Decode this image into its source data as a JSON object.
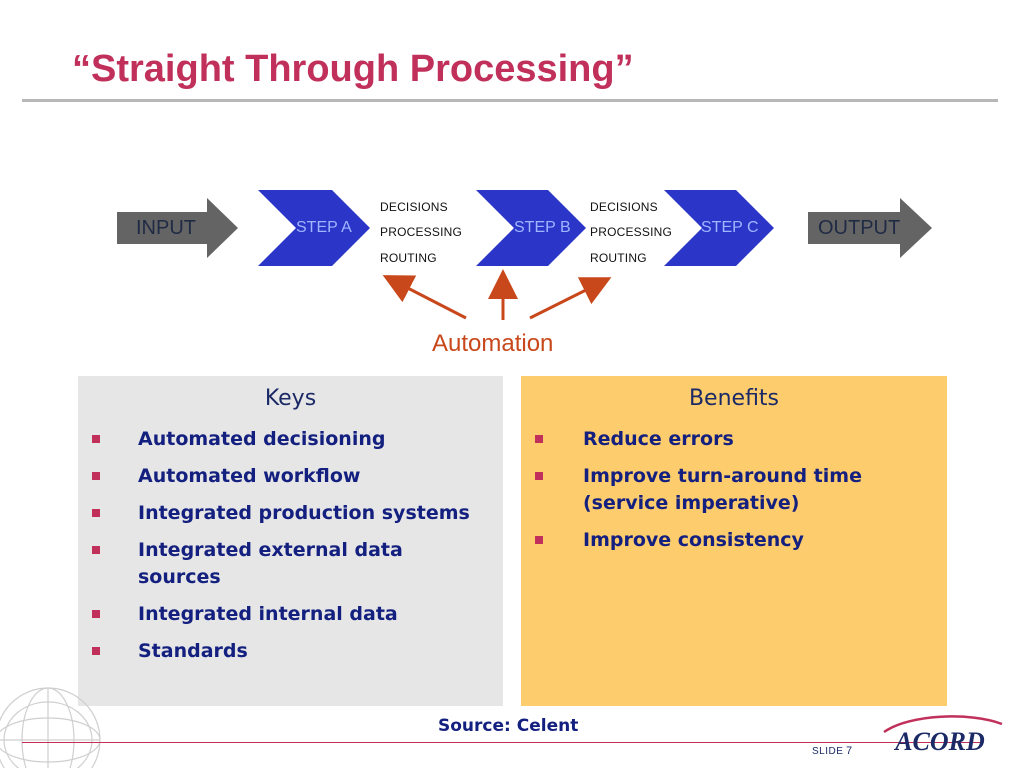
{
  "slide": {
    "title": "“Straight Through Processing”"
  },
  "flow": {
    "input_label": "INPUT",
    "output_label": "OUTPUT",
    "steps": [
      {
        "label": "STEP A"
      },
      {
        "label": "STEP B"
      },
      {
        "label": "STEP C"
      }
    ],
    "gap_groups": [
      {
        "lines": [
          "DECISIONS",
          "PROCESSING",
          "ROUTING"
        ]
      },
      {
        "lines": [
          "DECISIONS",
          "PROCESSING",
          "ROUTING"
        ]
      }
    ],
    "automation_label": "Automation"
  },
  "keys": {
    "heading": "Keys",
    "items": [
      "Automated decisioning",
      "Automated workflow",
      "Integrated production systems",
      "Integrated external data sources",
      "Integrated internal data",
      "Standards"
    ]
  },
  "benefits": {
    "heading": "Benefits",
    "items": [
      "Reduce errors",
      "Improve turn-around time (service imperative)",
      "Improve consistency"
    ]
  },
  "footer": {
    "source": "Source: Celent",
    "slide_label": "SLIDE",
    "slide_number": "7",
    "logo_text": "ACORD"
  },
  "colors": {
    "title": "#c0305a",
    "step_fill": "#2b36c9",
    "io_fill": "#646464",
    "automation_arrow": "#c8481b",
    "keys_bg": "#e6e6e6",
    "benefits_bg": "#fdcc6c",
    "text_dark_blue": "#14207f"
  }
}
